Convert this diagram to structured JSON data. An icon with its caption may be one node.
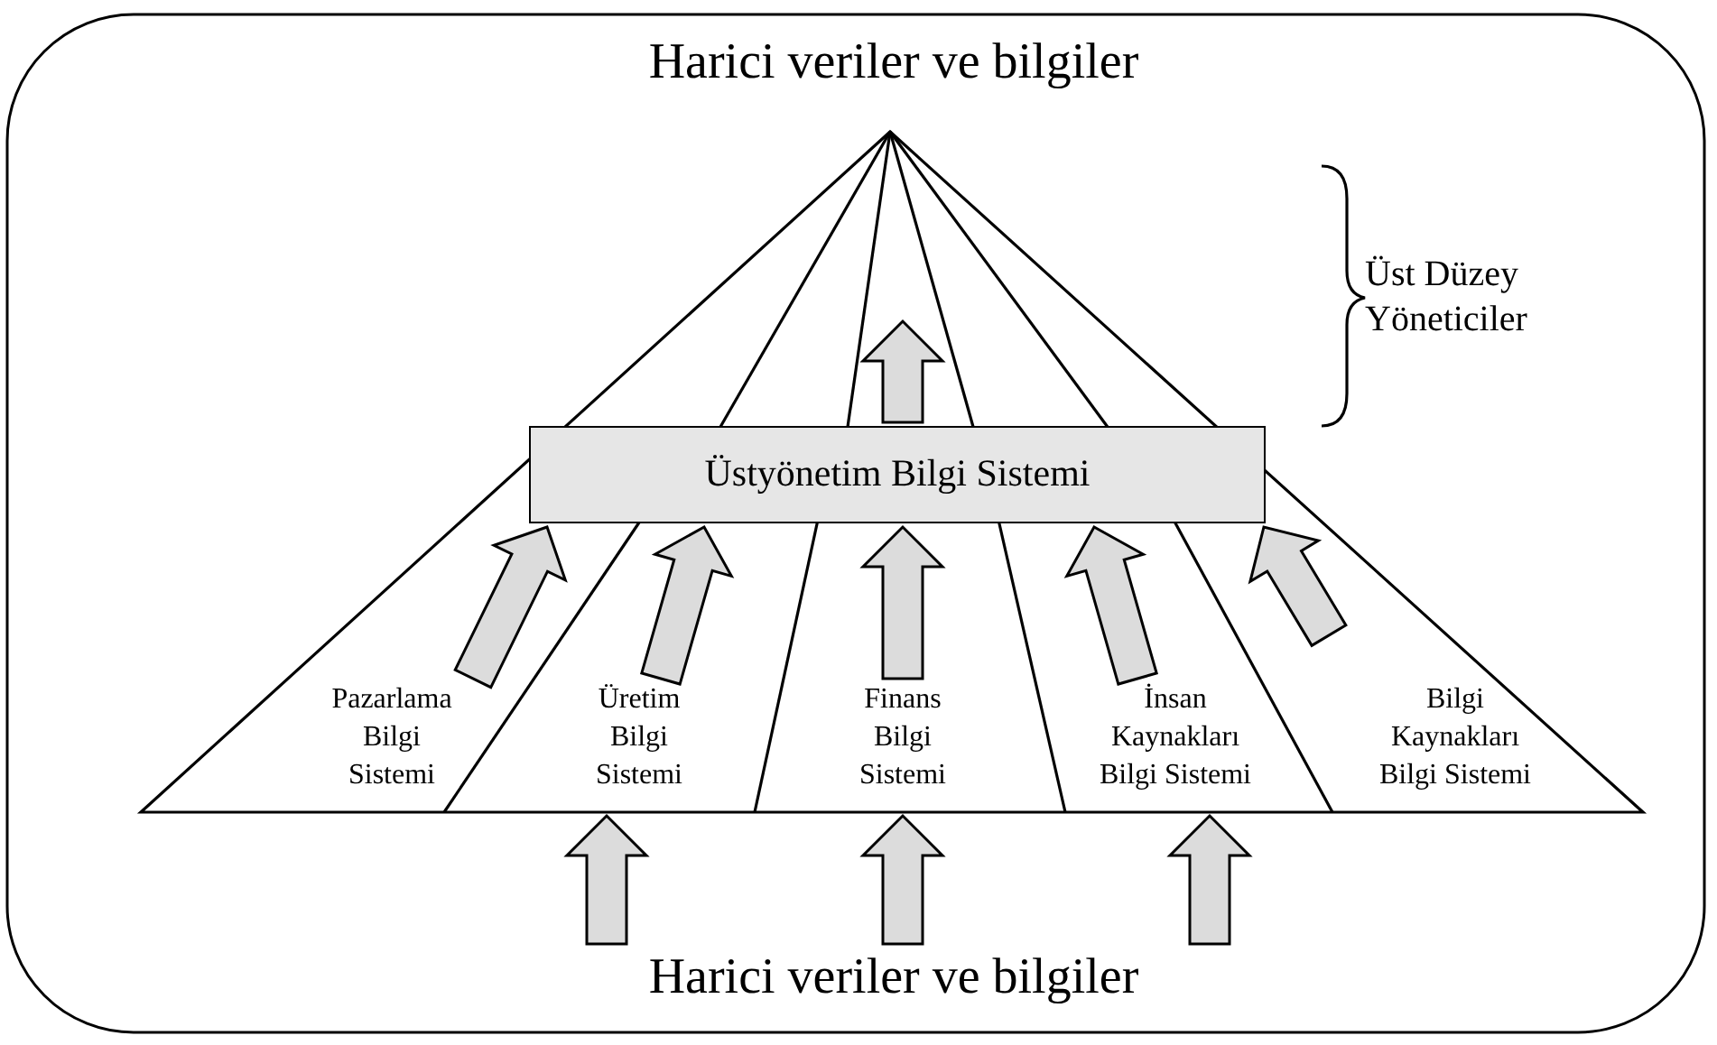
{
  "diagram": {
    "nodes": [
      {
        "text": [
          "Harici veriler ve bilgiler"
        ]
      },
      {
        "text": [
          "Üstyönetim Bilgi Sistemi"
        ]
      },
      {
        "text": [
          "Pazarlama Bilgi Sistemi"
        ]
      },
      {
        "text": [
          "Üretim Bilgi Sistemi"
        ]
      },
      {
        "text": [
          "Finans Bilgi Sistemi"
        ]
      },
      {
        "text": [
          "İnsan Kaynakları Bilgi Sistemi"
        ]
      },
      {
        "text": [
          "Bilgi Kaynakları Bilgi Sistemi"
        ]
      },
      {
        "text": [
          "Harici veriler ve bilgiler"
        ]
      }
    ],
    "edges": [
      {
        "from": 1,
        "to": null,
        "arrow": "to"
      },
      {
        "from": 2,
        "to": 1,
        "arrow": "to"
      },
      {
        "from": 3,
        "to": 1,
        "arrow": "to"
      },
      {
        "from": 4,
        "to": 1,
        "arrow": "to"
      },
      {
        "from": 5,
        "to": 1,
        "arrow": "to"
      },
      {
        "from": 6,
        "to": 1,
        "arrow": "to"
      },
      {
        "from": 7,
        "to": 3,
        "arrow": "to"
      },
      {
        "from": 7,
        "to": 4,
        "arrow": "to"
      },
      {
        "from": 7,
        "to": 5,
        "arrow": "to"
      }
    ],
    "labels": [
      "Üst Düzey Yöneticiler"
    ]
  }
}
